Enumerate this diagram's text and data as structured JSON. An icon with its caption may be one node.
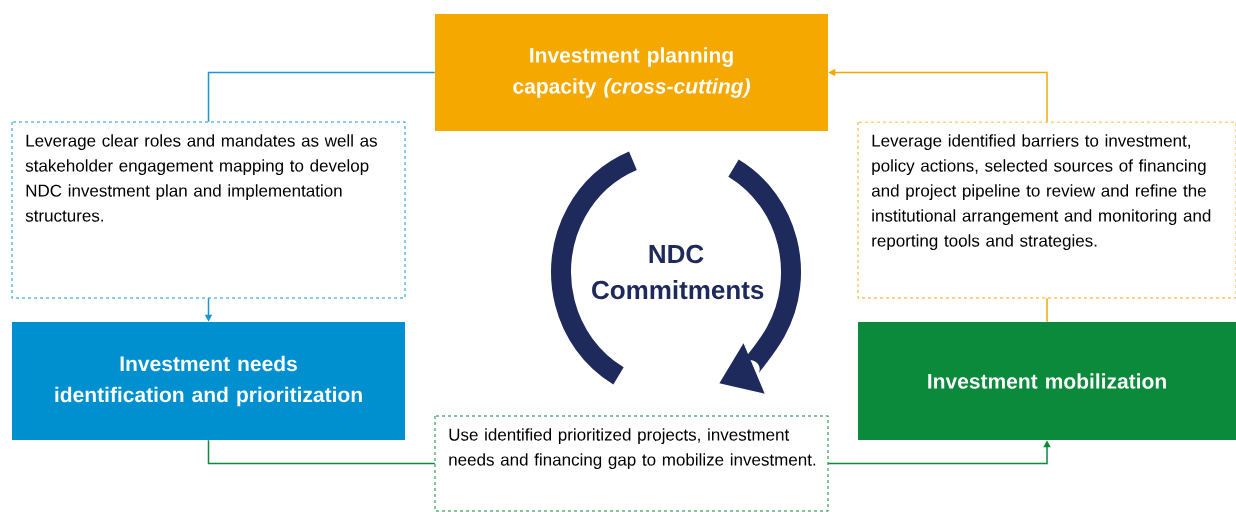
{
  "diagram": {
    "nodes": [
      {
        "text": [
          "Investment planning capacity *(cross-cutting)*"
        ]
      },
      {
        "text": [
          "Leverage clear roles and mandates as well as stakeholder engagement mapping to develop NDC investment plan and implementation structures."
        ]
      },
      {
        "text": [
          "Leverage identified barriers to investment, policy actions, selected sources of financing and project pipeline to review and refine the institutional arrangement and monitoring and reporting tools and strategies."
        ]
      },
      {
        "text": [
          "NDC Commitments"
        ]
      },
      {
        "text": [
          "Investment needs identification and prioritization"
        ]
      },
      {
        "text": [
          "Investment mobilization"
        ]
      },
      {
        "text": [
          "Use identified prioritized projects, investment needs and financing gap to mobilize investment."
        ]
      }
    ],
    "edges": [
      {
        "from": 0,
        "to": 1,
        "arrow": "none",
        "color": "#1a96d2"
      },
      {
        "from": 1,
        "to": 4,
        "arrow": "to",
        "color": "#1a96d2"
      },
      {
        "from": 4,
        "to": 6,
        "arrow": "none",
        "color": "#0a8a3a"
      },
      {
        "from": 6,
        "to": 5,
        "arrow": "to",
        "color": "#0a8a3a"
      },
      {
        "from": 5,
        "to": 2,
        "arrow": "none",
        "color": "#f5a800"
      },
      {
        "from": 2,
        "to": 0,
        "arrow": "to",
        "color": "#f5a800"
      }
    ]
  }
}
